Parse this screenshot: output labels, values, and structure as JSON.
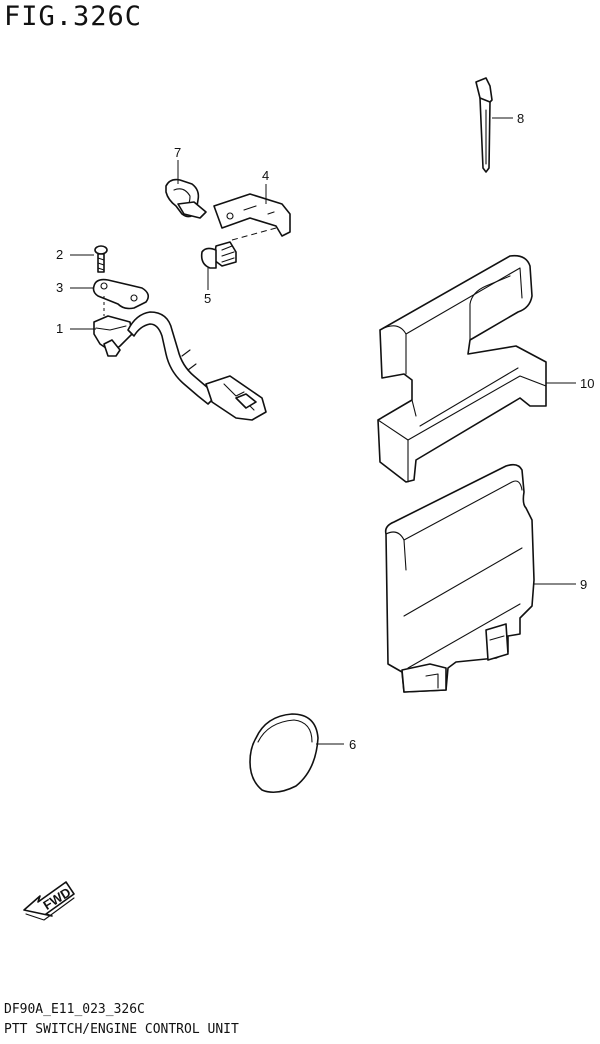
{
  "figure": {
    "title": "FIG.326C",
    "model_code": "DF90A_E11_023_326C",
    "section_title": "PTT SWITCH/ENGINE CONTROL UNIT"
  },
  "callouts": [
    "1",
    "2",
    "3",
    "4",
    "5",
    "6",
    "7",
    "8",
    "9",
    "10"
  ],
  "direction_badge": "FWD"
}
